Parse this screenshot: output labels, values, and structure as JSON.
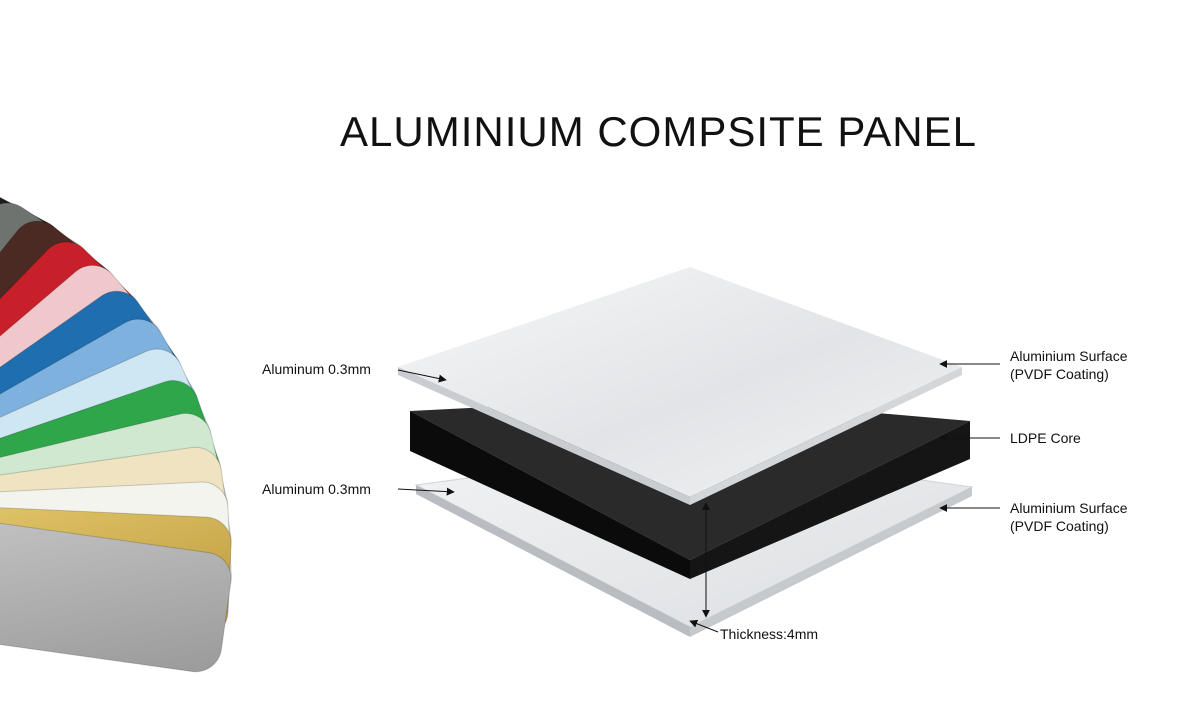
{
  "title": "ALUMINIUM COMPSITE PANEL",
  "labels": {
    "top_left": "Aluminum 0.3mm",
    "bottom_left": "Aluminum 0.3mm",
    "top_right_line1": "Aluminium Surface",
    "top_right_line2": "(PVDF Coating)",
    "core": "LDPE Core",
    "bottom_right_line1": "Aluminium Surface",
    "bottom_right_line2": "(PVDF Coating)",
    "thickness": "Thickness:4mm"
  },
  "swatch_colors": [
    "#1d1d1d",
    "#6f7370",
    "#4a2a22",
    "#c8202a",
    "#f0c8cc",
    "#1f6fb0",
    "#7fb1de",
    "#cfe7f2",
    "#2fa64a",
    "#cfe8cf",
    "#efe3c2",
    "#f4f4ee",
    "#d6b455",
    "#b5b5b5"
  ],
  "layer_colors": {
    "aluminum_top": "#eceef1",
    "aluminum_edge": "#c9ccd0",
    "core": "#0b0b0b",
    "aluminum_bottom": "#e8eaed"
  }
}
